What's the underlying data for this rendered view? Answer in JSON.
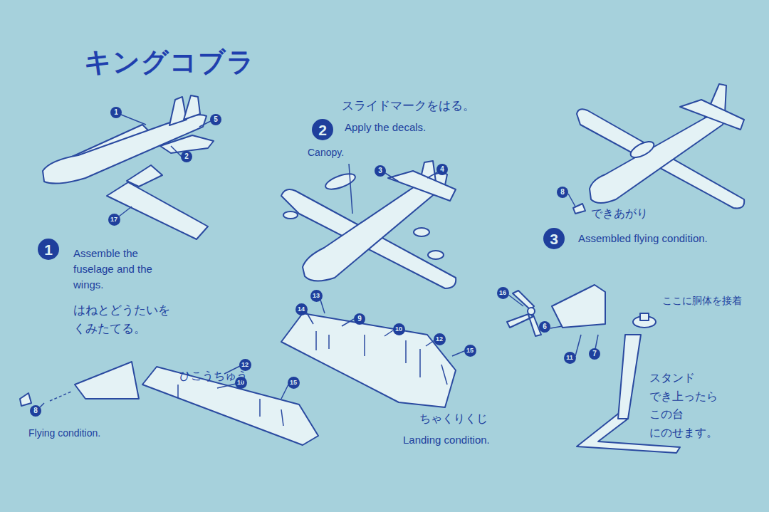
{
  "diagram": {
    "title": "キングコブラ",
    "nodes": [
      {
        "text": [
          "1"
        ]
      },
      {
        "text": [
          "5"
        ]
      },
      {
        "text": [
          "2"
        ]
      },
      {
        "text": [
          "17"
        ]
      },
      {
        "text": [
          "1"
        ]
      },
      {
        "text": [
          "2"
        ]
      },
      {
        "text": [
          "3"
        ]
      },
      {
        "text": [
          "4"
        ]
      },
      {
        "text": [
          "8"
        ]
      },
      {
        "text": [
          "3"
        ]
      },
      {
        "text": [
          "16"
        ]
      },
      {
        "text": [
          "13"
        ]
      },
      {
        "text": [
          "14"
        ]
      },
      {
        "text": [
          "9"
        ]
      },
      {
        "text": [
          "10"
        ]
      },
      {
        "text": [
          "12"
        ]
      },
      {
        "text": [
          "15"
        ]
      },
      {
        "text": [
          "6"
        ]
      },
      {
        "text": [
          "11"
        ]
      },
      {
        "text": [
          "7"
        ]
      },
      {
        "text": [
          "12"
        ]
      },
      {
        "text": [
          "10"
        ]
      },
      {
        "text": [
          "15"
        ]
      },
      {
        "text": [
          "8"
        ]
      }
    ],
    "labels": [
      "スライドマークをはる。",
      "Apply the decals.",
      "Canopy.",
      "できあがり",
      "Assembled flying condition.",
      "Assemble the fuselage and the wings.",
      "はねとどうたいを くみたてる。",
      "ひこうちゅう",
      "Flying condition.",
      "ちゃくりくじ",
      "Landing condition.",
      "ここに胴体を接着",
      "スタンド でき上ったら この台 にのせます。"
    ]
  }
}
